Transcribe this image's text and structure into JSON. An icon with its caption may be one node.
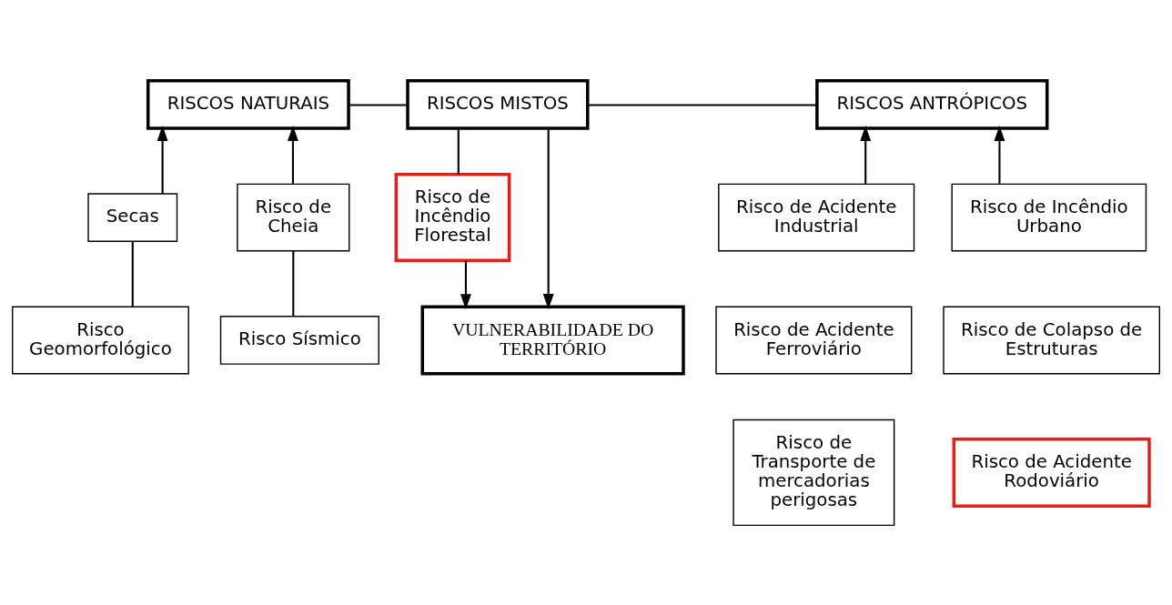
{
  "diagram": {
    "nodes": [
      {
        "text": [
          "RISCOS NATURAIS"
        ]
      },
      {
        "text": [
          "RISCOS MISTOS"
        ]
      },
      {
        "text": [
          "RISCOS ANTRÓPICOS"
        ]
      },
      {
        "text": [
          "Secas"
        ]
      },
      {
        "text": [
          "Risco de Cheia"
        ]
      },
      {
        "text": [
          "Risco de Incêndio Florestal"
        ]
      },
      {
        "text": [
          "Risco de Acidente Industrial"
        ]
      },
      {
        "text": [
          "Risco de Incêndio Urbano"
        ]
      },
      {
        "text": [
          "Risco Geomorfológico"
        ]
      },
      {
        "text": [
          "Risco Sísmico"
        ]
      },
      {
        "text": [
          "Risco de Acidente Ferroviário"
        ]
      },
      {
        "text": [
          "Risco de Colapso de Estruturas"
        ]
      },
      {
        "text": [
          "Risco de Transporte de mercadorias perigosas"
        ]
      },
      {
        "text": [
          "Risco de Acidente Rodoviário"
        ]
      },
      {
        "text": [
          "VULNERABILIDADE DO TERRITÓRIO"
        ]
      }
    ],
    "edges": [
      {
        "from": 0,
        "to": 1,
        "arrow": "none"
      },
      {
        "from": 1,
        "to": 2,
        "arrow": "none"
      },
      {
        "from": 3,
        "to": 0,
        "arrow": "to"
      },
      {
        "from": 4,
        "to": 0,
        "arrow": "to"
      },
      {
        "from": 6,
        "to": 2,
        "arrow": "to"
      },
      {
        "from": 7,
        "to": 2,
        "arrow": "to"
      },
      {
        "from": 8,
        "to": 3,
        "arrow": "none"
      },
      {
        "from": 9,
        "to": 4,
        "arrow": "none"
      },
      {
        "from": 1,
        "to": 5,
        "arrow": "none"
      },
      {
        "from": 5,
        "to": 14,
        "arrow": "to"
      },
      {
        "from": 1,
        "to": 14,
        "arrow": "to"
      }
    ]
  }
}
